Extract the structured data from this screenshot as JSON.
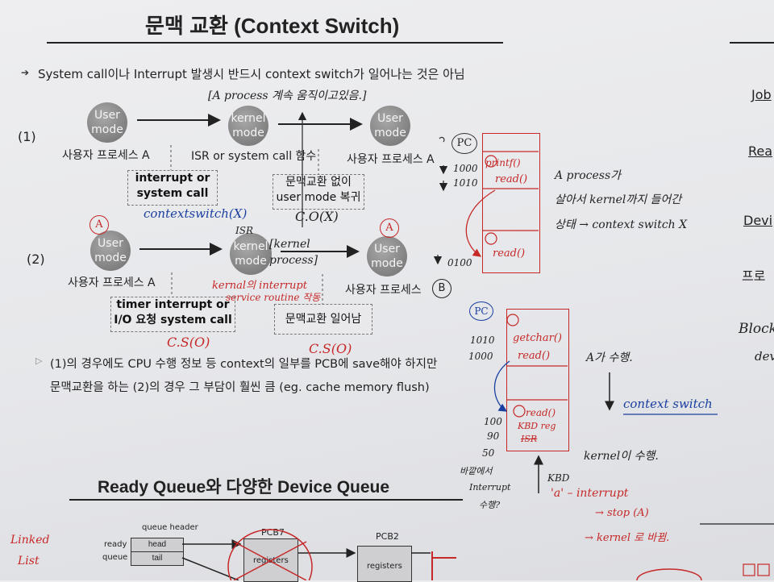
{
  "slide": {
    "title": "문맥 교환 (Context Switch)",
    "bullet": "System call이나 Interrupt 발생시 반드시 context switch가 일어나는 것은 아님",
    "case1": {
      "label": "(1)",
      "node_a": "User mode",
      "node_b": "kernel mode",
      "node_c": "User mode",
      "caption_a": "사용자 프로세스 A",
      "caption_b": "ISR or system call 함수",
      "caption_c": "사용자 프로세스 A",
      "box_left": "interrupt or system call",
      "box_right": "문맥교환 없이 user mode 복귀"
    },
    "case2": {
      "label": "(2)",
      "node_a": "User mode",
      "node_b": "kernel mode",
      "node_c": "User mode",
      "caption_a": "사용자 프로세스 A",
      "caption_c": "사용자 프로세스",
      "caption_c_badge": "B",
      "box_left": "timer interrupt or I/O 요청 system call",
      "box_right": "문맥교환 일어남"
    },
    "note_line1": "(1)의 경우에도 CPU 수행 정보 등 context의 일부를 PCB에 save해야 하지만",
    "note_line2": "문맥교환을 하는 (2)의 경우 그 부담이 훨씬 큼 (eg. cache memory flush)",
    "section2_title": "Ready Queue와 다양한 Device Queue",
    "queue": {
      "header_label": "queue header",
      "row_label_1": "ready",
      "row_label_2": "queue",
      "cell_head": "head",
      "cell_tail": "tail",
      "pcb7": "PCB7",
      "pcb2": "PCB2",
      "registers": "registers"
    },
    "right_edge": [
      "Job",
      "Rea",
      "Devi",
      "프로",
      "Block",
      "dev"
    ]
  },
  "annotations": {
    "top_note": "[A process 계속 움직이고있음.]",
    "cs_x_1": "contextswitch(X)",
    "co_x": "C.O(X)",
    "isr": "ISR",
    "kernel_process": "[kernel process]",
    "kernal_note_1": "kernal의 interrupt",
    "kernal_note_2": "service routine 작동",
    "cs_o_1": "C.S(O)",
    "cs_o_2": "C.S(O)",
    "circle_a": "A",
    "pc_1": "PC",
    "pc_1_vals": [
      "1000",
      "1010",
      "0100"
    ],
    "stack1_top": "printf()",
    "stack1_read": "read()",
    "stack1_b_read": "read()",
    "a_note_1": "A process가",
    "a_note_2": "살아서 kernel까지 들어간",
    "a_note_3": "상태 → context switch X",
    "pc_2": "PC",
    "pc_2_vals": [
      "1010",
      "1000",
      "100",
      "90",
      "50"
    ],
    "stack2_top": "getchar()",
    "stack2_read": "read()",
    "stack2_b_read": "read()",
    "stack2_kbd": "KBD reg",
    "stack2_isr": "ISR",
    "a_running": "A가 수행.",
    "cs_arrow": "context switch",
    "kernel_running": "kernel이 수행.",
    "side_1": "바깥에서",
    "side_2": "Interrupt",
    "side_3": "수행?",
    "kbd": "KBD",
    "kbd_interrupt": "'a' – interrupt",
    "stop_a": "→ stop (A)",
    "kernel_run": "→ kernel 로 바뀜.",
    "linked_1": "Linked",
    "linked_2": "List"
  }
}
